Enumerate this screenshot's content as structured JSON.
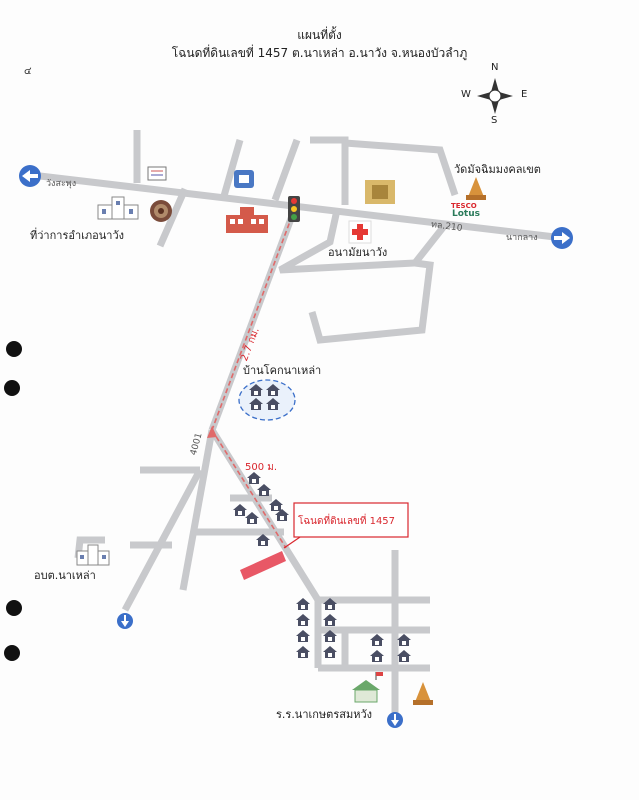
{
  "map": {
    "title": "แผนที่ตั้ง",
    "subtitle": "โฉนดที่ดินเลขที่ 1457 ต.นาเหล่า อ.นาวัง จ.หนองบัวลำภู",
    "page_mark": "๔",
    "compass": {
      "n": "N",
      "s": "S",
      "e": "E",
      "w": "W"
    },
    "roads": {
      "highway_route": "ทล.210",
      "left_direction": "วังสะพุง",
      "right_direction": "นากลาง",
      "side_road_route": "4001"
    },
    "landmarks": {
      "district_office": "ที่ว่าการอำเภอนาวัง",
      "temple": "วัดมัจฉิมมงคลเขต",
      "store": "TESCO Lotus",
      "store_brand_top": "TESCO",
      "store_brand_bottom": "Lotus",
      "health_center": "อนามัยนาวัง",
      "village": "บ้านโคกนาเหล่า",
      "tao": "อบต.นาเหล่า",
      "school": "ร.ร.นาเกษตรสมหวัง"
    },
    "distances": {
      "first_leg": "2.7 กม.",
      "second_leg": "500 ม."
    },
    "plot_label": "โฉนดที่ดินเลขที่ 1457",
    "colors": {
      "road": "#c8c9cc",
      "route": "#e06a6a",
      "arrow_blue": "#3b6fc9",
      "plot": "#e85866",
      "house": "#4a4e63"
    }
  }
}
